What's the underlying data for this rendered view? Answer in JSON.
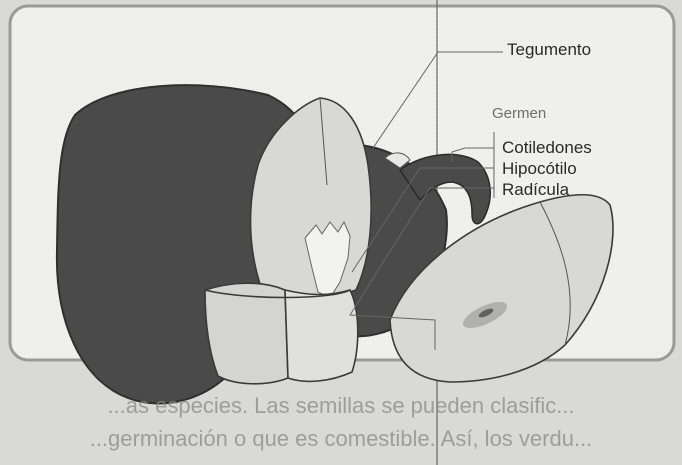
{
  "labels": {
    "tegumento": "Tegumento",
    "germen": "Germen",
    "cotiledones": "Cotiledones",
    "hipocotilo": "Hipocótilo",
    "radicula": "Radícula"
  },
  "page_text": {
    "line1": "...as especies. Las semillas se pueden clasific...",
    "line2": "...germinación o que es comestible. Así, los verdu..."
  }
}
